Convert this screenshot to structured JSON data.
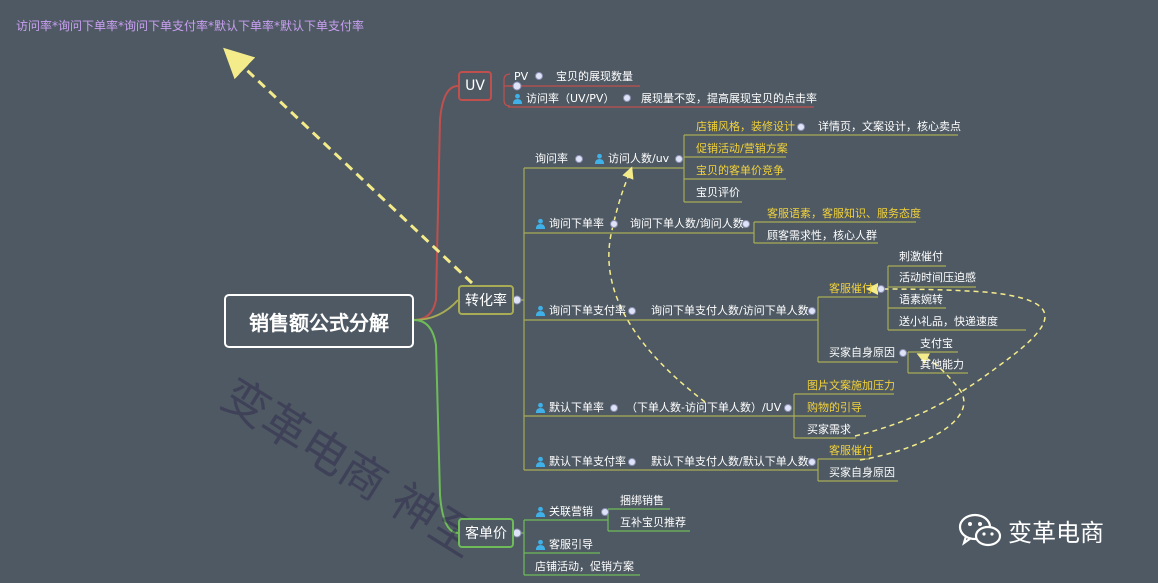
{
  "formula": "访问率*询问下单率*询问下单支付率*默认下单率*默认下单支付率",
  "root": "销售额公式分解",
  "watermark": "变革电商 神至",
  "brand": {
    "name": "变革电商",
    "icon": "wechat-icon"
  },
  "uv": {
    "label": "UV",
    "items": [
      {
        "label": "PV",
        "detail": "宝贝的展现数量"
      },
      {
        "label": "访问率（UV/PV）",
        "detail": "展现量不变，提高展现宝贝的点击率"
      }
    ]
  },
  "conv": {
    "label": "转化率",
    "c1": {
      "label": "询问率",
      "mid": "访问人数/uv",
      "leaves": [
        "店铺风格，装修设计",
        "促销活动/营销方案",
        "宝贝的客单价竞争",
        "宝贝评价"
      ],
      "leaf1_detail": "详情页，文案设计，核心卖点"
    },
    "c2": {
      "label": "询问下单率",
      "mid": "询问下单人数/询问人数",
      "leaves": [
        "客服语素，客服知识、服务态度",
        "顾客需求性，核心人群"
      ]
    },
    "c3": {
      "label": "询问下单支付率",
      "mid": "询问下单支付人数/访问下单人数",
      "kefu": "客服催付",
      "kefu_items": [
        "刺激催付",
        "活动时间压迫感",
        "语素婉转",
        "送小礼品，快递速度"
      ],
      "buyer": "买家自身原因",
      "buyer_items": [
        "支付宝",
        "其他能力"
      ]
    },
    "c4": {
      "label": "默认下单率",
      "mid": "（下单人数-访问下单人数）/UV",
      "leaves": [
        "图片文案施加压力",
        "购物的引导",
        "买家需求"
      ]
    },
    "c5": {
      "label": "默认下单支付率",
      "mid": "默认下单支付人数/默认下单人数",
      "leaves": [
        "客服催付",
        "买家自身原因"
      ]
    }
  },
  "kd": {
    "label": "客单价",
    "g1": "关联营销",
    "g1_items": [
      "捆绑销售",
      "互补宝贝推荐"
    ],
    "g2": "客服引导",
    "g3": "店铺活动，促销方案"
  },
  "colors": {
    "bg": "#4e5963",
    "uv": "#c0504d",
    "conv": "#a7ac55",
    "kd": "#6fbb5a",
    "formula": "#c9a0f2",
    "highlight": "#f3d23a"
  }
}
